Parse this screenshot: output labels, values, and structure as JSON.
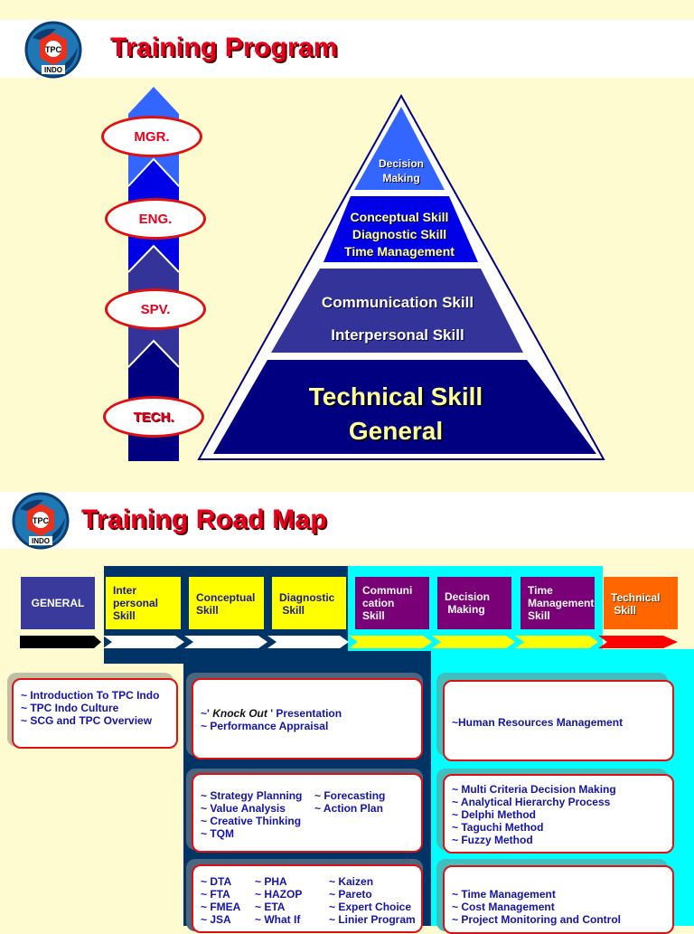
{
  "slide1": {
    "title": "Training Program",
    "logo": {
      "name": "TPC INDO logo",
      "text_top": "TPC",
      "text_bottom": "INDO"
    },
    "ladder": [
      {
        "label": "MGR."
      },
      {
        "label": "ENG."
      },
      {
        "label": "SPV."
      },
      {
        "label": "TECH."
      }
    ],
    "pyramid": {
      "levels": [
        {
          "lines": [
            "Decision",
            "Making"
          ],
          "color": "#3366FF"
        },
        {
          "lines": [
            "Conceptual Skill",
            "Diagnostic Skill",
            "Time Management"
          ],
          "color": "#0000E6"
        },
        {
          "lines": [
            "Communication Skill",
            "Interpersonal Skill"
          ],
          "color": "#333399"
        },
        {
          "lines": [
            "Technical Skill",
            "General"
          ],
          "color": "#000080"
        }
      ]
    }
  },
  "slide2": {
    "title": "Training Road Map",
    "logo": {
      "name": "TPC INDO logo",
      "text_top": "TPC",
      "text_bottom": "INDO"
    },
    "steps": [
      {
        "label": "GENERAL",
        "lines": [
          "GENERAL"
        ],
        "color": "#3A3A9C"
      },
      {
        "lines": [
          "Inter",
          "personal",
          "Skill"
        ],
        "color": "#FFFF00"
      },
      {
        "lines": [
          "Conceptual",
          "Skill"
        ],
        "color": "#FFFF00"
      },
      {
        "lines": [
          "Diagnostic",
          " Skill"
        ],
        "color": "#FFFF00"
      },
      {
        "lines": [
          "Communi",
          "cation",
          "Skill"
        ],
        "color": "#7A0078"
      },
      {
        "lines": [
          "Decision",
          " Making"
        ],
        "color": "#7A0078"
      },
      {
        "lines": [
          "Time",
          "Management",
          "Skill"
        ],
        "color": "#7A0078"
      },
      {
        "lines": [
          "Technical",
          " Skill"
        ],
        "color": "#FF6600"
      }
    ],
    "cards": {
      "general": [
        "~ Introduction To TPC Indo",
        "~ TPC Indo Culture",
        "~ SCG and TPC Overview"
      ],
      "navy_1": {
        "prefix": "~' ",
        "italic": "Knock Out",
        "suffix": " ' Presentation",
        "line2": "~ Performance Appraisal"
      },
      "navy_2": {
        "col1": [
          "~ Strategy Planning",
          "~ Value Analysis",
          "~ Creative Thinking",
          "~ TQM"
        ],
        "col2": [
          "~ Forecasting",
          "~ Action Plan"
        ]
      },
      "navy_3": {
        "col1": [
          "~ DTA",
          "~ FTA",
          "~ FMEA",
          "~ JSA"
        ],
        "col2": [
          "~ PHA",
          "~ HAZOP",
          "~ ETA",
          "~ What If"
        ],
        "col3": [
          "~ Kaizen",
          "~ Pareto",
          "~ Expert Choice",
          "~ Linier Program"
        ]
      },
      "cyan_1": [
        "~Human Resources Management"
      ],
      "cyan_2": [
        "~ Multi Criteria Decision Making",
        "~ Analytical Hierarchy Process",
        "~ Delphi Method",
        "~ Taguchi Method",
        "~ Fuzzy Method"
      ],
      "cyan_3": [
        "~ Time Management",
        "~ Cost Management",
        "~ Project Monitoring and Control"
      ]
    },
    "colors": {
      "navy": "#003366",
      "cyan": "#00FFFF",
      "card_border": "#E01010",
      "card_text": "#1414A8"
    }
  }
}
